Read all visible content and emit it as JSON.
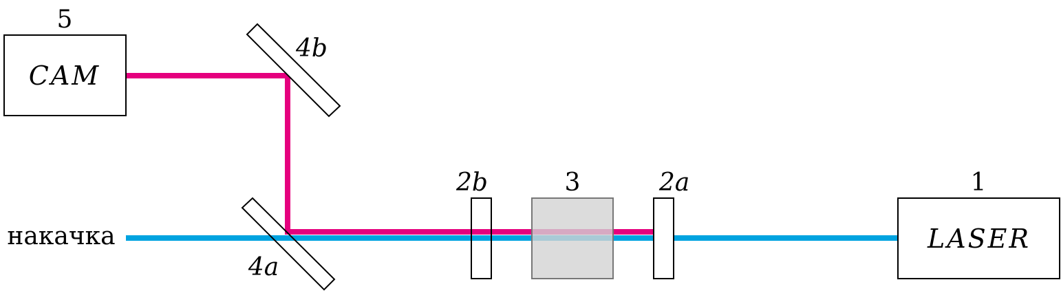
{
  "labels": {
    "cam_number": "5",
    "cam_text": "CAM",
    "mirror_4b": "4b",
    "mirror_4a": "4a",
    "pump": "накачка",
    "plate_2b": "2b",
    "sample_3": "3",
    "plate_2a": "2a",
    "laser_number": "1",
    "laser_text": "LASER"
  },
  "colors": {
    "signal_beam": "#e5007e",
    "pump_beam": "#00a3e0",
    "outline": "#000000",
    "sample_fill": "#d3d3d3"
  }
}
